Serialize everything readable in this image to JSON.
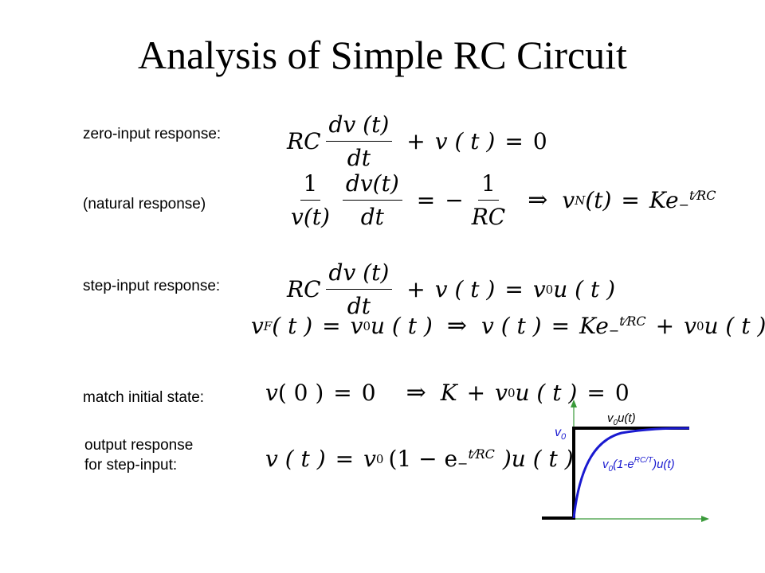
{
  "title": "Analysis of Simple RC Circuit",
  "labels": {
    "zero_input": "zero-input response:",
    "natural": "(natural response)",
    "step_input": "step-input response:",
    "match": "match initial state:",
    "output_line1": "output response",
    "output_line2": "for step-input:"
  },
  "eq": {
    "RC": "RC",
    "dvt": "dv (t)",
    "dvt_tight": "dv(t)",
    "dt": "dt",
    "plus": "+",
    "minus": "−",
    "eq": "=",
    "vt": "v(t)",
    "vt_sp": "v ( t )",
    "zero": "0",
    "one": "1",
    "arrow": "⇒",
    "neg": "− ",
    "v": "v",
    "N": "N",
    "F": "F",
    "sub0": "0",
    "t_paren": "(t)",
    "t_paren_sp": "( t )",
    "Ke": "Ke",
    "exp_minus": "−",
    "exp_t": "t",
    "slash": "⁄",
    "exp_RC": "RC",
    "ut": "u ( t )",
    "v0_paren": "( 0 )",
    "K": "K",
    "one_minus_e": "(1 − e",
    "close_ut": ")u ( t )"
  },
  "graph": {
    "v0_label": "v",
    "v0_sub": "0",
    "step_label_v": "v",
    "step_label_sub": "0",
    "step_label_rest": "u(t)",
    "curve_label_v": "v",
    "curve_label_sub": "0",
    "curve_label_mid": "(1-e",
    "curve_label_sup": "RC/T",
    "curve_label_end": ")u(t)",
    "colors": {
      "axis": "#3a9a3a",
      "step": "#000000",
      "curve": "#1a1ad0",
      "label": "#1a1ad0"
    }
  }
}
